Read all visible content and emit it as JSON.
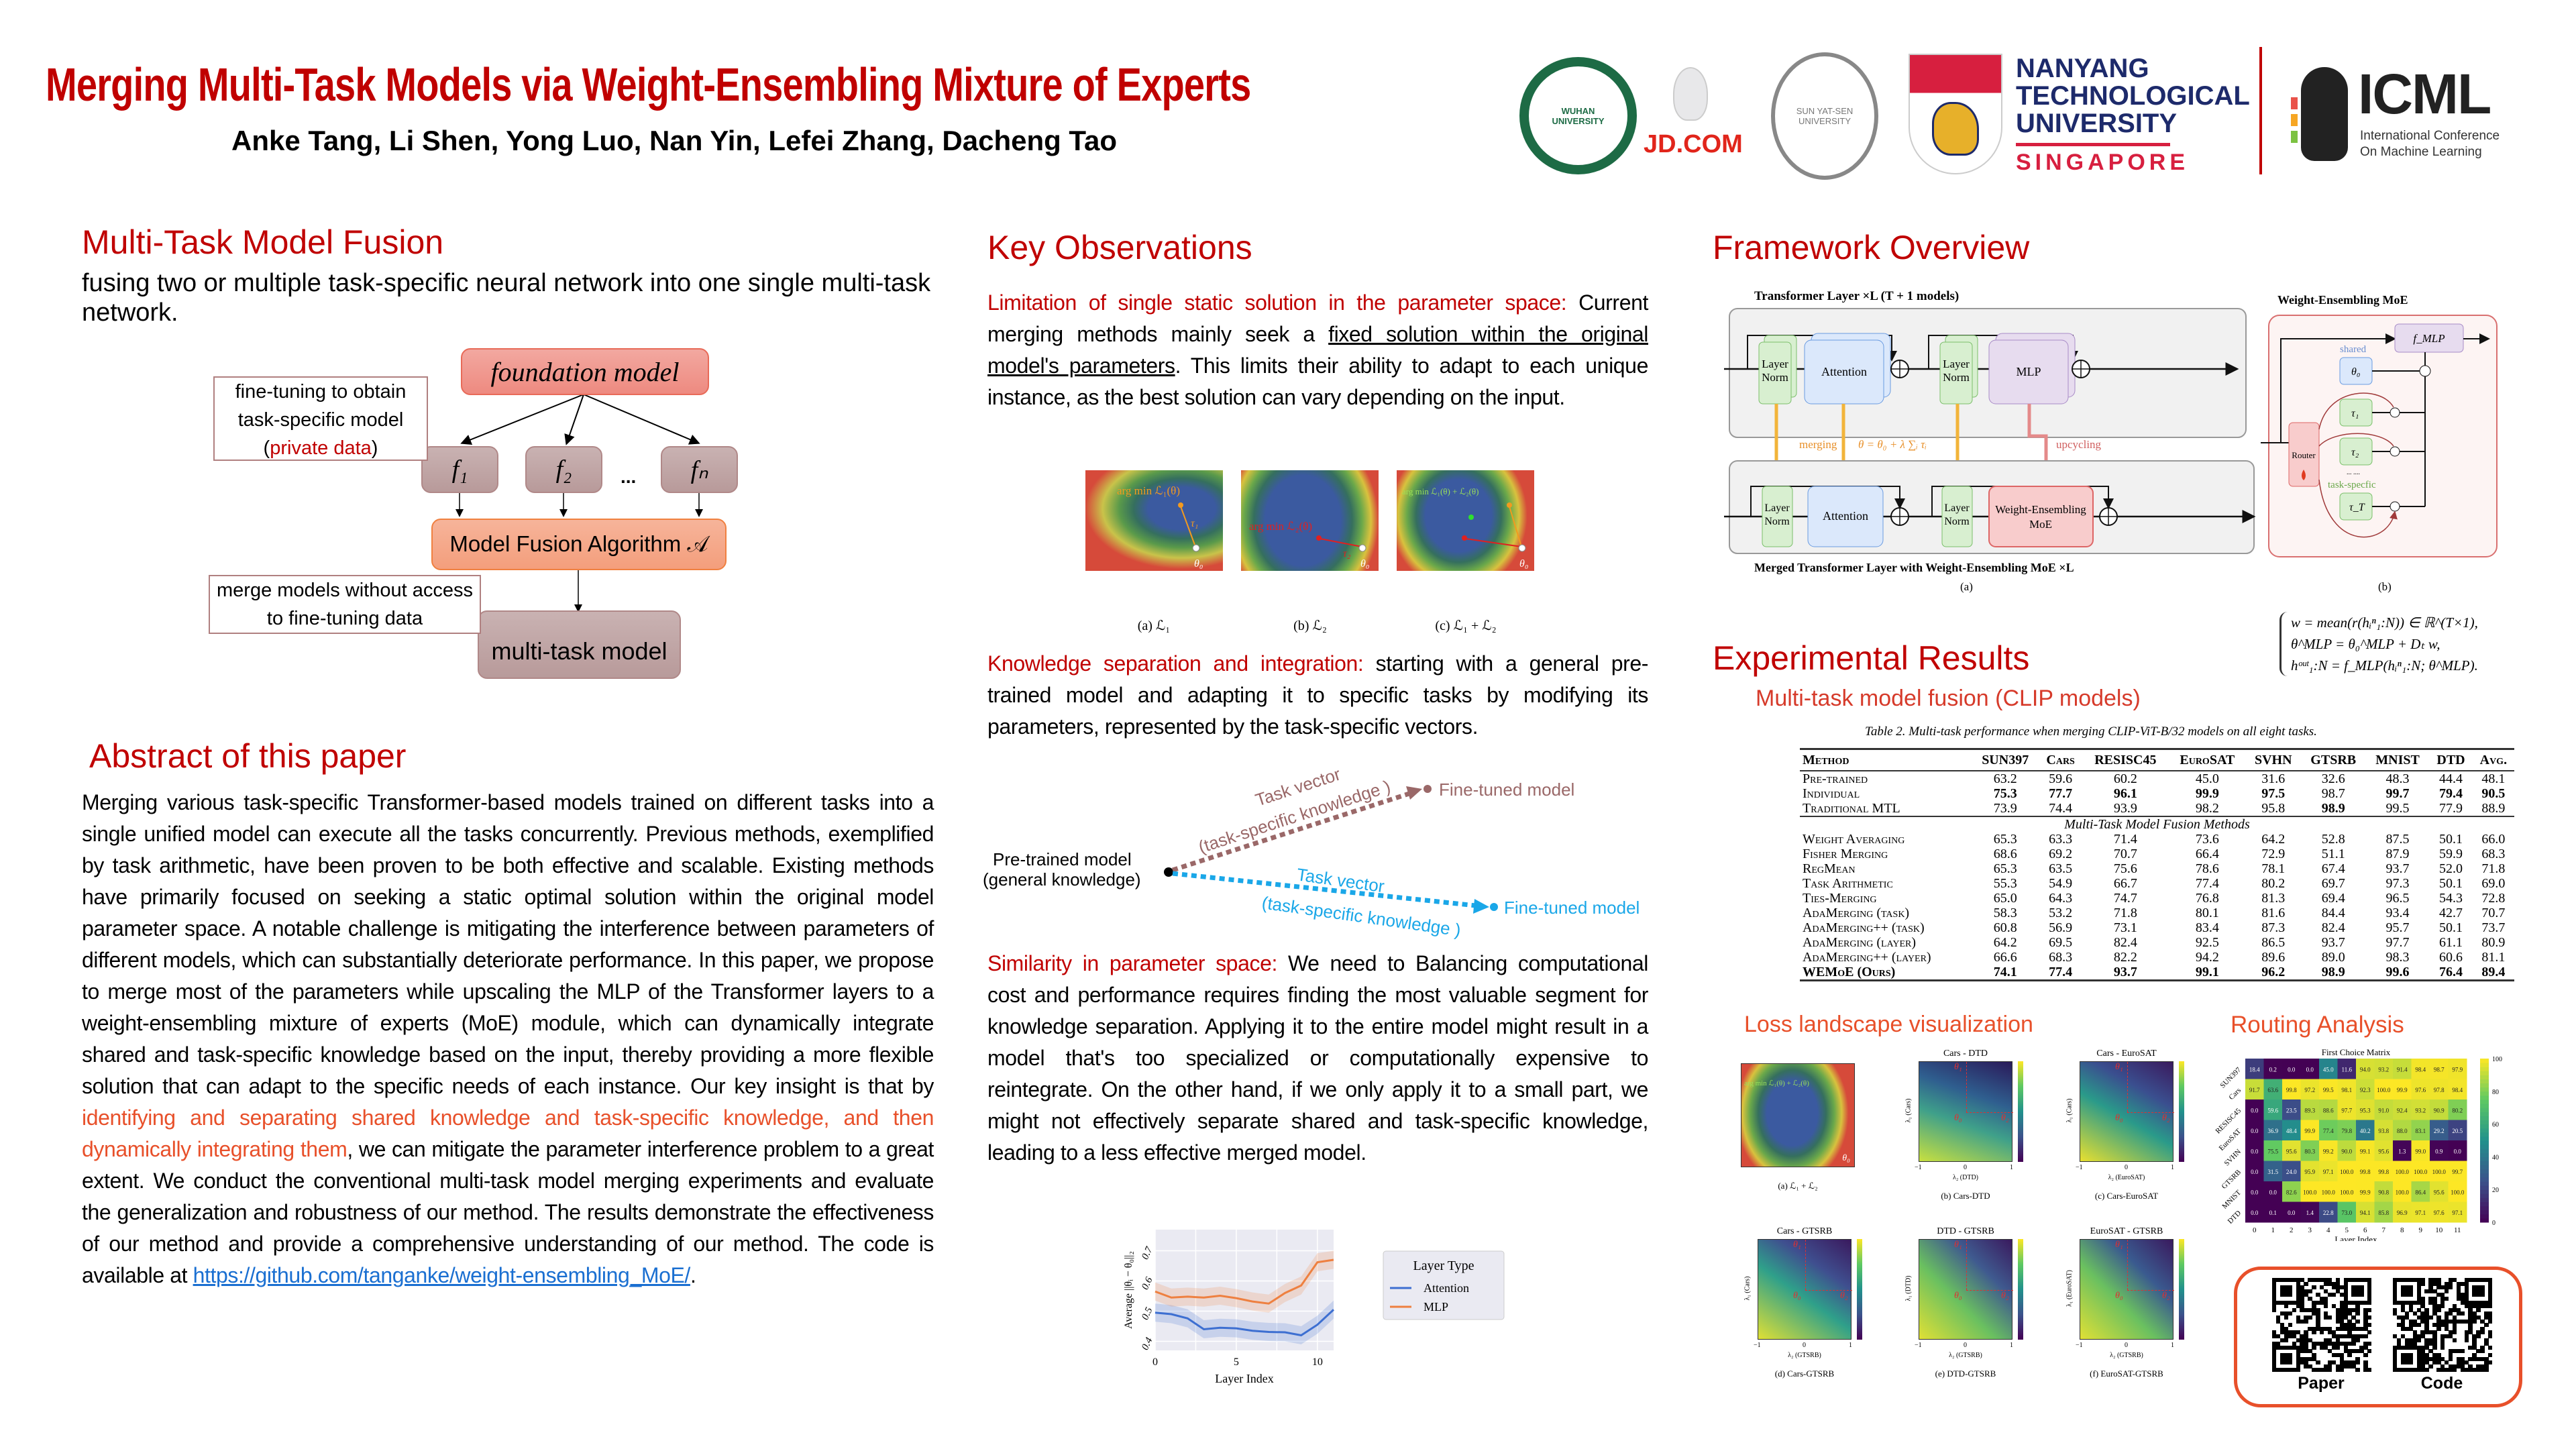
{
  "header": {
    "title": "Merging Multi-Task Models via Weight-Ensembling Mixture of Experts",
    "authors": "Anke Tang, Li Shen, Yong Luo, Nan Yin, Lefei Zhang, Dacheng Tao",
    "logos": {
      "whu": "WUHAN UNIVERSITY",
      "jd": "JD.COM",
      "sysu": "SUN YAT-SEN UNIVERSITY",
      "ntu_lines": [
        "NANYANG",
        "TECHNOLOGICAL",
        "UNIVERSITY"
      ],
      "ntu_sub": "SINGAPORE",
      "icml": "ICML",
      "icml_sub1": "International Conference",
      "icml_sub2": "On Machine Learning"
    }
  },
  "fusion": {
    "heading": "Multi-Task Model Fusion",
    "intro": "fusing two or multiple task-specific neural network into one single multi-task network.",
    "diagram": {
      "foundation": "foundation model",
      "f1": "f₁",
      "f2": "f₂",
      "dots": "...",
      "fN": "fₙ",
      "algorithm": "Model Fusion Algorithm 𝒜",
      "output": "multi-task model",
      "note1_a": "fine-tuning to obtain",
      "note1_b": "task-specific model",
      "note1_open": "(",
      "note1_red": "private data",
      "note1_close": ")",
      "note2_a": "merge models without access",
      "note2_b": "to fine-tuning data"
    }
  },
  "abstract": {
    "heading": "Abstract of this paper",
    "text1": "Merging various task-specific Transformer-based models trained on different tasks into a single unified model can execute all the tasks concurrently. Previous methods, exemplified by task arithmetic, have been proven to be both effective and scalable. Existing methods have primarily focused on seeking a static optimal solution within the original model parameter space. A notable challenge is mitigating the interference between parameters of different models, which can substantially deteriorate performance. In this paper, we propose to merge most of the parameters while upscaling the MLP of the Transformer layers to a weight-ensembling mixture of experts (MoE) module, which can dynamically integrate shared and task-specific knowledge based on the input, thereby providing a more flexible solution that can adapt to the specific needs of each instance. Our key insight is that by ",
    "highlight": "identifying and separating shared knowledge and task-specific knowledge, and then dynamically integrating them",
    "text2": ", we can mitigate the parameter interference problem to a great extent. We conduct the conventional multi-task model merging experiments and evaluate the generalization and robustness of our method. The results demonstrate the effectiveness of our method and provide a comprehensive understanding of our method. The code is available at ",
    "link": "https://github.com/tanganke/weight-ensembling_MoE/",
    "end": "."
  },
  "observations": {
    "heading": "Key Observations",
    "p1_title": "Limitation of single static solution in the parameter space:",
    "p1_a": " Current merging methods mainly seek a ",
    "p1_underline": "fixed solution within the original model's parameters",
    "p1_b": ". This limits their ability to adapt to each unique instance, as the best solution can vary depending on the input.",
    "landscape": {
      "a_label": "arg min ℒ₁(θ)",
      "a_tau": "τ₁",
      "b_label": "arg min ℒ₂(θ)",
      "b_tau": "τ₂",
      "c_label": "arg min ℒ₁(θ) + ℒ₂(θ)",
      "theta0": "θ₀",
      "cap_a": "(a) ℒ₁",
      "cap_b": "(b) ℒ₂",
      "cap_c": "(c) ℒ₁ + ℒ₂"
    },
    "p2_title": "Knowledge separation and integration:",
    "p2_text": " starting with a general pre-trained model and adapting it to specific tasks by modifying its parameters, represented by the task-specific vectors.",
    "vectors": {
      "pretrained1": "Pre-trained model",
      "pretrained2": "(general knowledge)",
      "tv1": "Task vector",
      "tv1b": "(task-specific knowledge )",
      "ft1": "Fine-tuned model",
      "tv2": "Task vector",
      "tv2b": "(task-specific knowledge )",
      "ft2": "Fine-tuned model"
    },
    "p3_title": "Similarity in parameter space:",
    "p3_text": " We need to Balancing computational cost and performance requires finding the most valuable segment for knowledge separation. Applying it to the entire model might result in a model that's too specialized or computationally expensive to reintegrate. On the other hand, if we only apply it to a small part, we might not effectively separate shared and task-specific knowledge, leading to a less effective merged model."
  },
  "chart_data": [
    {
      "type": "line",
      "title": "",
      "xlabel": "Layer Index",
      "ylabel": "Average ||θᵢ − θ₀||₂",
      "x": [
        0,
        1,
        2,
        3,
        4,
        5,
        6,
        7,
        8,
        9,
        10,
        11
      ],
      "xticks": [
        "0",
        "5",
        "10"
      ],
      "yticks": [
        "0.4",
        "0.5",
        "0.6",
        "0.7"
      ],
      "ylim": [
        0.37,
        0.77
      ],
      "legend_title": "Layer Type",
      "legend_position": "right",
      "grid": true,
      "series": [
        {
          "name": "Attention",
          "color": "#3d6fd1",
          "values": [
            0.495,
            0.49,
            0.476,
            0.44,
            0.445,
            0.443,
            0.435,
            0.431,
            0.43,
            0.42,
            0.455,
            0.505
          ],
          "band": 0.03
        },
        {
          "name": "MLP",
          "color": "#ee8040",
          "values": [
            0.565,
            0.545,
            0.548,
            0.545,
            0.551,
            0.543,
            0.532,
            0.525,
            0.56,
            0.585,
            0.662,
            0.67
          ],
          "band": 0.03
        }
      ]
    },
    {
      "type": "heatmap",
      "title": "First Choice Matrix",
      "xlabel": "Layer Index",
      "ylabel": "",
      "x": [
        "0",
        "1",
        "2",
        "3",
        "4",
        "5",
        "6",
        "7",
        "8",
        "9",
        "10",
        "11"
      ],
      "y": [
        "SUN397",
        "Cars",
        "RESISC45",
        "EuroSAT",
        "SVHN",
        "GTSRB",
        "MNIST",
        "DTD"
      ],
      "colorbar_ticks": [
        "0",
        "20",
        "40",
        "60",
        "80",
        "100"
      ],
      "zlim": [
        0,
        100
      ],
      "values": [
        [
          18.4,
          0.2,
          0.0,
          0.0,
          45.0,
          11.6,
          94.0,
          93.2,
          91.4,
          98.4,
          98.7,
          97.9
        ],
        [
          91.7,
          63.6,
          99.8,
          97.2,
          99.5,
          98.1,
          92.3,
          100.0,
          99.9,
          97.6,
          97.8,
          98.4
        ],
        [
          0.0,
          59.6,
          23.5,
          89.3,
          88.6,
          97.7,
          95.3,
          91.0,
          92.4,
          93.2,
          90.9,
          80.2
        ],
        [
          0.0,
          36.9,
          48.4,
          99.9,
          77.4,
          79.8,
          40.2,
          93.8,
          88.0,
          83.1,
          29.2,
          20.5
        ],
        [
          0.0,
          75.5,
          95.6,
          80.3,
          99.2,
          90.0,
          99.1,
          95.6,
          1.3,
          99.0,
          0.9,
          0.0
        ],
        [
          0.0,
          31.5,
          24.0,
          95.9,
          97.1,
          100.0,
          99.8,
          99.8,
          100.0,
          100.0,
          100.0,
          99.7
        ],
        [
          0.0,
          0.0,
          82.6,
          100.0,
          100.0,
          100.0,
          99.9,
          90.8,
          100.0,
          86.4,
          95.6,
          100.0
        ],
        [
          0.0,
          0.1,
          0.0,
          1.4,
          22.8,
          73.0,
          94.1,
          85.8,
          96.9,
          97.1,
          97.6,
          97.1
        ]
      ]
    }
  ],
  "framework": {
    "heading": "Framework Overview",
    "a_title": "Transformer Layer ×L (T + 1 models)",
    "layer_norm1": "Layer",
    "layer_norm2": "Norm",
    "attention": "Attention",
    "mlp": "MLP",
    "we_moe1": "Weight-Ensembling",
    "we_moe2": "MoE",
    "merging": "merging",
    "formula": "θ = θ₀ + λ ∑ᵢ τᵢ",
    "upcycling": "upcycling",
    "a_caption": "Merged Transformer Layer with Weight-Ensembling MoE ×L",
    "a_label": "(a)",
    "b_title": "Weight-Ensembling MoE",
    "f_mlp": "f_MLP",
    "shared": "shared",
    "theta0": "θ₀",
    "tau1": "τ₁",
    "tau2": "τ₂",
    "tauT": "τ_T",
    "dots": "... ....",
    "task_specific": "task-specfic",
    "router": "Router",
    "b_label": "(b)",
    "eq1": "w = mean(r(hᵢⁿ₁:N)) ∈ ℝ^(T×1),",
    "eq2": "θ^MLP = θ₀^MLP + Dₜ w,",
    "eq3": "hᵒᵘᵗ₁:N = f_MLP(hᵢⁿ₁:N; θ^MLP)."
  },
  "results": {
    "heading": "Experimental Results",
    "subheading": "Multi-task model fusion (CLIP models)",
    "table_caption": "Table 2. Multi-task performance when merging CLIP-ViT-B/32 models on all eight tasks.",
    "columns": [
      "Method",
      "SUN397",
      "Cars",
      "RESISC45",
      "EuroSAT",
      "SVHN",
      "GTSRB",
      "MNIST",
      "DTD",
      "Avg."
    ],
    "baseline_rows": [
      {
        "name": "Pre-trained",
        "values": [
          "63.2",
          "59.6",
          "60.2",
          "45.0",
          "31.6",
          "32.6",
          "48.3",
          "44.4",
          "48.1"
        ],
        "bold": []
      },
      {
        "name": "Individual",
        "values": [
          "75.3",
          "77.7",
          "96.1",
          "99.9",
          "97.5",
          "98.7",
          "99.7",
          "79.4",
          "90.5"
        ],
        "bold": [
          0,
          1,
          2,
          3,
          4,
          6,
          7,
          8
        ]
      },
      {
        "name": "Traditional MTL",
        "values": [
          "73.9",
          "74.4",
          "93.9",
          "98.2",
          "95.8",
          "98.9",
          "99.5",
          "77.9",
          "88.9"
        ],
        "bold": [
          5
        ]
      }
    ],
    "section_label": "Multi-Task Model Fusion Methods",
    "fusion_rows": [
      {
        "name": "Weight Averaging",
        "values": [
          "65.3",
          "63.3",
          "71.4",
          "73.6",
          "64.2",
          "52.8",
          "87.5",
          "50.1",
          "66.0"
        ],
        "bold": []
      },
      {
        "name": "Fisher Merging",
        "values": [
          "68.6",
          "69.2",
          "70.7",
          "66.4",
          "72.9",
          "51.1",
          "87.9",
          "59.9",
          "68.3"
        ],
        "bold": []
      },
      {
        "name": "RegMean",
        "values": [
          "65.3",
          "63.5",
          "75.6",
          "78.6",
          "78.1",
          "67.4",
          "93.7",
          "52.0",
          "71.8"
        ],
        "bold": []
      },
      {
        "name": "Task Arithmetic",
        "values": [
          "55.3",
          "54.9",
          "66.7",
          "77.4",
          "80.2",
          "69.7",
          "97.3",
          "50.1",
          "69.0"
        ],
        "bold": []
      },
      {
        "name": "Ties-Merging",
        "values": [
          "65.0",
          "64.3",
          "74.7",
          "76.8",
          "81.3",
          "69.4",
          "96.5",
          "54.3",
          "72.8"
        ],
        "bold": []
      },
      {
        "name": "AdaMerging (task)",
        "values": [
          "58.3",
          "53.2",
          "71.8",
          "80.1",
          "81.6",
          "84.4",
          "93.4",
          "42.7",
          "70.7"
        ],
        "bold": []
      },
      {
        "name": "AdaMerging++ (task)",
        "values": [
          "60.8",
          "56.9",
          "73.1",
          "83.4",
          "87.3",
          "82.4",
          "95.7",
          "50.1",
          "73.7"
        ],
        "bold": []
      },
      {
        "name": "AdaMerging (layer)",
        "values": [
          "64.2",
          "69.5",
          "82.4",
          "92.5",
          "86.5",
          "93.7",
          "97.7",
          "61.1",
          "80.9"
        ],
        "bold": []
      },
      {
        "name": "AdaMerging++ (layer)",
        "values": [
          "66.6",
          "68.3",
          "82.2",
          "94.2",
          "89.6",
          "89.0",
          "98.3",
          "60.6",
          "81.1"
        ],
        "bold": []
      },
      {
        "name": "WEMoE (Ours)",
        "values": [
          "74.1",
          "77.4",
          "93.7",
          "99.1",
          "96.2",
          "98.9",
          "99.6",
          "76.4",
          "89.4"
        ],
        "bold": [
          0,
          1,
          2,
          3,
          4,
          5,
          6,
          7,
          8
        ]
      }
    ]
  },
  "loss_landscape": {
    "heading": "Loss landscape visualization",
    "panels": [
      {
        "title": "",
        "caption": "(a) ℒ₁ + ℒ₂",
        "xlabel": "",
        "ylabel": ""
      },
      {
        "title": "Cars - DTD",
        "caption": "(b) Cars-DTD",
        "xlabel": "λ₂ (DTD)",
        "ylabel": "λ₁ (Cars)"
      },
      {
        "title": "Cars - EuroSAT",
        "caption": "(c) Cars-EuroSAT",
        "xlabel": "λ₂ (EuroSAT)",
        "ylabel": "λ₁ (Cars)"
      },
      {
        "title": "Cars - GTSRB",
        "caption": "(d) Cars-GTSRB",
        "xlabel": "λ₂ (GTSRB)",
        "ylabel": "λ₁ (Cars)"
      },
      {
        "title": "DTD - GTSRB",
        "caption": "(e) DTD-GTSRB",
        "xlabel": "λ₂ (GTSRB)",
        "ylabel": "λ₁ (DTD)"
      },
      {
        "title": "EuroSAT - GTSRB",
        "caption": "(f) EuroSAT-GTSRB",
        "xlabel": "λ₂ (GTSRB)",
        "ylabel": "λ₁ (EuroSAT)"
      }
    ],
    "a_label": "arg min ℒ₁(θ) + ℒ₂(θ)",
    "theta0": "θ₀",
    "theta1": "θ₁",
    "theta2": "θ₂",
    "tick_neg": "−1",
    "tick_zero": "0",
    "tick_pos": "1"
  },
  "routing": {
    "heading": "Routing Analysis"
  },
  "qr": {
    "paper": "Paper",
    "code": "Code"
  },
  "colors": {
    "accent_red": "#c00000",
    "orange_red": "#e8502a",
    "link": "#1a6fd1"
  }
}
